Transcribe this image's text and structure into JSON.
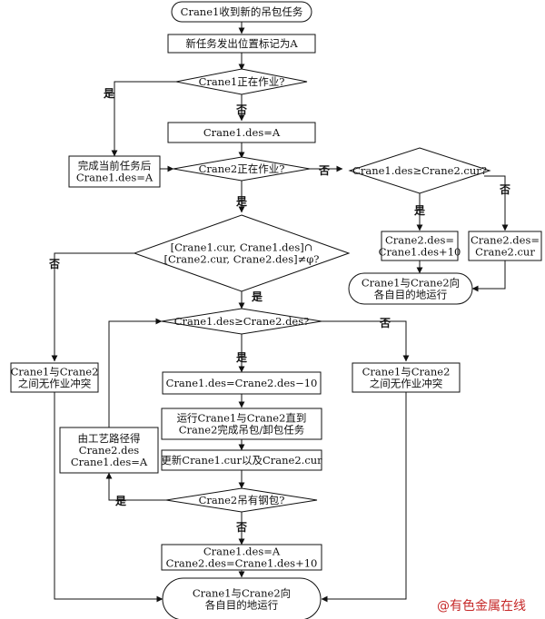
{
  "nodes": {
    "start": [
      "Crane1收到新的吊包任务"
    ],
    "mark": [
      "新任务发出位置标记为A"
    ],
    "c1_working": [
      "Crane1正在作业?"
    ],
    "set_des_a": [
      "Crane1.des=A"
    ],
    "finish_cur": [
      "完成当前任务后",
      "Crane1.des=A"
    ],
    "c2_working": [
      "Crane2正在作业?"
    ],
    "cmp_cur": [
      "Crane1.des≥Crane2.cur?"
    ],
    "c2_des_plus": [
      "Crane2.des=",
      "Crane1.des+10"
    ],
    "c2_des_cur": [
      "Crane2.des=",
      "Crane2.cur"
    ],
    "run_right": [
      "Crane1与Crane2向",
      "各自目的地运行"
    ],
    "intersect": [
      "[Crane1.cur, Crane1.des]∩",
      "[Crane2.cur, Crane2.des]≠φ?"
    ],
    "no_conflict_left": [
      "Crane1与Crane2",
      "之间无作业冲突"
    ],
    "cmp_des": [
      "Crane1.des≥Crane2.des?"
    ],
    "no_conflict_right": [
      "Crane1与Crane2",
      "之间无作业冲突"
    ],
    "set_eq_minus": [
      "Crane1.des=Crane2.des−10"
    ],
    "run_until": [
      "运行Crane1与Crane2直到",
      "Crane2完成吊包/卸包任务"
    ],
    "route": [
      "由工艺路径得",
      "Crane2.des",
      "Crane1.des=A"
    ],
    "update": [
      "更新Crane1.cur以及Crane2.cur"
    ],
    "c2_steel": [
      "Crane2吊有钢包?"
    ],
    "set_final": [
      "Crane1.des=A",
      "Crane2.des=Crane1.des+10"
    ],
    "run_end": [
      "Crane1与Crane2向",
      "各自目的地运行"
    ]
  },
  "labels": {
    "yes": "是",
    "no": "否"
  },
  "watermark": "@有色金属在线"
}
